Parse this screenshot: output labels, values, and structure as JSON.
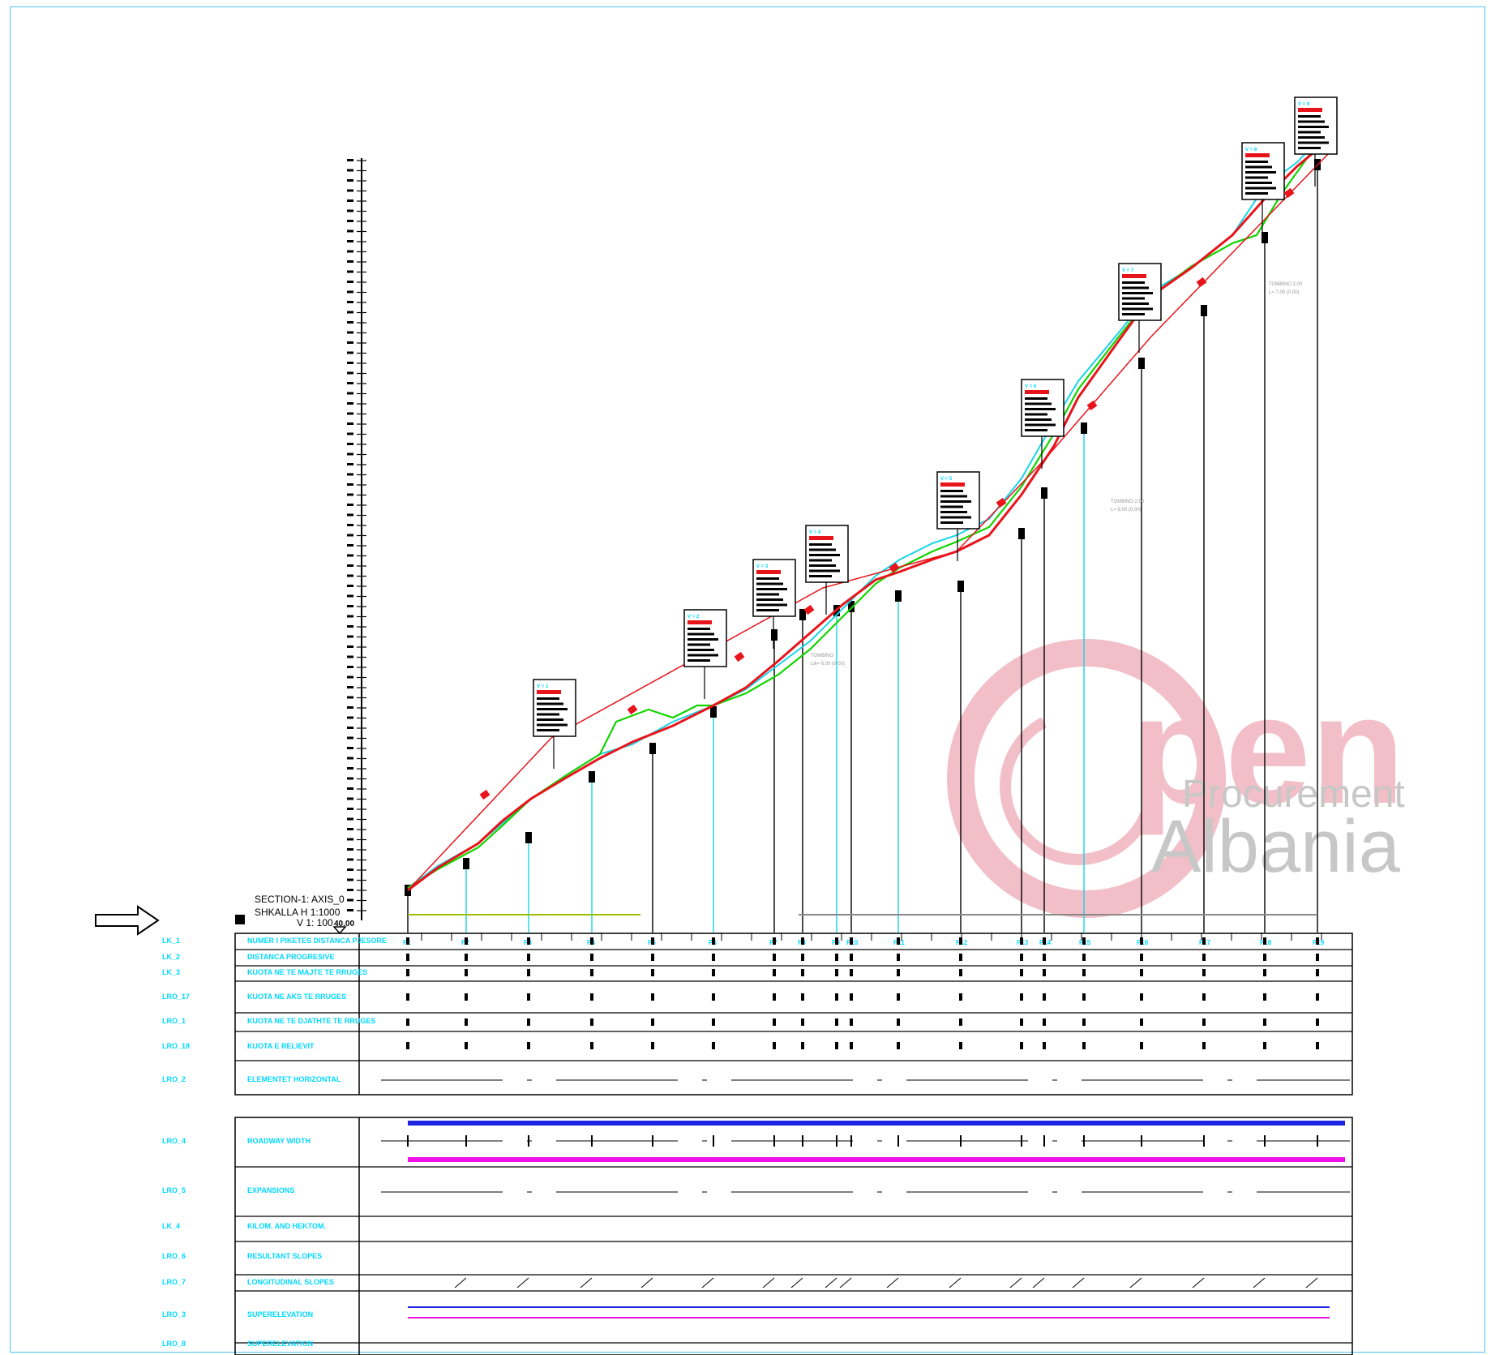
{
  "section": {
    "title": "SECTION-1: AXIS_0",
    "scale_h": "SHKALLA H 1:1000",
    "scale_v": "V 1:  100",
    "datum": "40.00"
  },
  "profile": {
    "stations": [
      "P1",
      "P2",
      "P3",
      "P4",
      "P5",
      "P6",
      "P7",
      "P8",
      "P9",
      "P10",
      "P11",
      "P12",
      "P13",
      "P14",
      "P15",
      "P16",
      "P17",
      "P18",
      "P19"
    ],
    "curve_headers": [
      "V = 1",
      "V = 2",
      "V = 3",
      "V = 4",
      "V = 5",
      "V = 6",
      "V = 7",
      "V = 8",
      "V = 9"
    ],
    "notes": [
      "TOMBINO 2.00",
      "L= 7.00 (0.00)",
      "TOMBINO 2.00",
      "L= 8.00 (0.00)",
      "TOMBINO",
      "Lik= 6.00 (0.00)"
    ]
  },
  "band_rows": [
    {
      "code": "LK_1",
      "label": "NUMER I PIKETES DISTANCA PJESORE"
    },
    {
      "code": "LK_2",
      "label": "DISTANCA PROGRESIVE"
    },
    {
      "code": "LK_3",
      "label": "KUOTA NE TE MAJTE TE RRUGES"
    },
    {
      "code": "LRO_17",
      "label": "KUOTA NE AKS TE RRUGES"
    },
    {
      "code": "LRO_1",
      "label": "KUOTA NE TE DJATHTE TE RRUGES"
    },
    {
      "code": "LRO_18",
      "label": "KUOTA E RELIEVIT"
    },
    {
      "code": "LRO_2",
      "label": "ELEMENTET HORIZONTAL"
    },
    {
      "code": "LRO_4",
      "label": "ROADWAY WIDTH"
    },
    {
      "code": "LRO_5",
      "label": "EXPANSIONS"
    },
    {
      "code": "LK_4",
      "label": "KILOM. AND HEKTOM."
    },
    {
      "code": "LRO_6",
      "label": "RESULTANT SLOPES"
    },
    {
      "code": "LRO_7",
      "label": "LONGITUDINAL SLOPES"
    },
    {
      "code": "LRO_3",
      "label": "SUPERELEVATION"
    },
    {
      "code": "LRO_8",
      "label": "SUPERELEVATION"
    }
  ],
  "watermark": {
    "word": "pen",
    "line2": "Procurement",
    "line3": "Albania"
  },
  "colors": {
    "grade_line": "#e8141c",
    "terrain": "#12d400",
    "existing": "#19d3e6",
    "label_cyan": "#00d8ff",
    "roadway_blue": "#1d23e0",
    "roadway_magenta": "#ee12e8",
    "frame": "#4fc3f7",
    "watermark_pink": "#e98c9c",
    "watermark_grey": "#9a9a9a"
  }
}
